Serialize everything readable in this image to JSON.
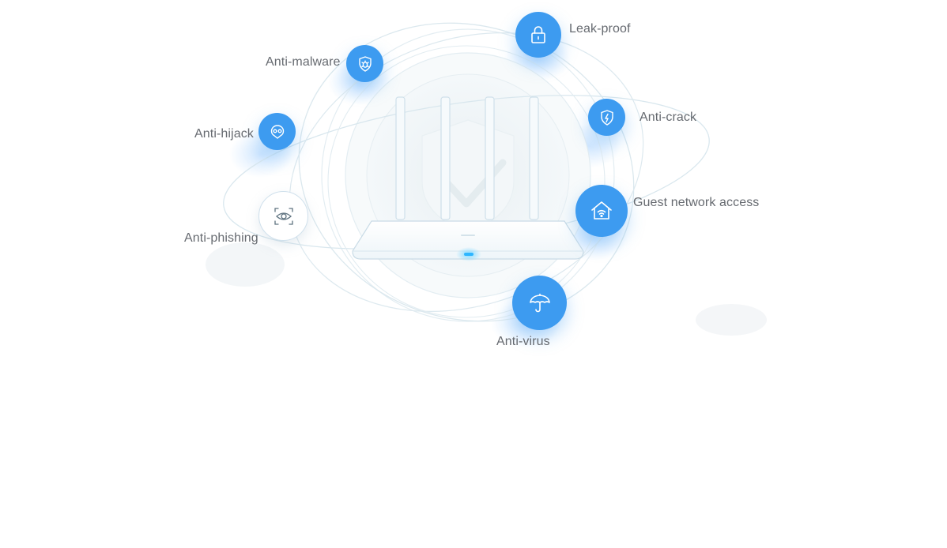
{
  "features": [
    {
      "id": "leak-proof",
      "label": "Leak-proof",
      "icon": "lock-icon"
    },
    {
      "id": "anti-malware",
      "label": "Anti-malware",
      "icon": "shield-bug-icon"
    },
    {
      "id": "anti-crack",
      "label": "Anti-crack",
      "icon": "shield-lightning-icon"
    },
    {
      "id": "anti-hijack",
      "label": "Anti-hijack",
      "icon": "hijack-face-icon"
    },
    {
      "id": "guest-network",
      "label": "Guest network access",
      "icon": "home-wifi-icon"
    },
    {
      "id": "anti-phishing",
      "label": "Anti-phishing",
      "icon": "eye-scan-icon"
    },
    {
      "id": "anti-virus",
      "label": "Anti-virus",
      "icon": "umbrella-icon"
    }
  ],
  "colors": {
    "accent": "#3d9bf0",
    "label": "#666a70",
    "orbit": "#d6e6ee",
    "router_led": "#2fb6ff"
  }
}
